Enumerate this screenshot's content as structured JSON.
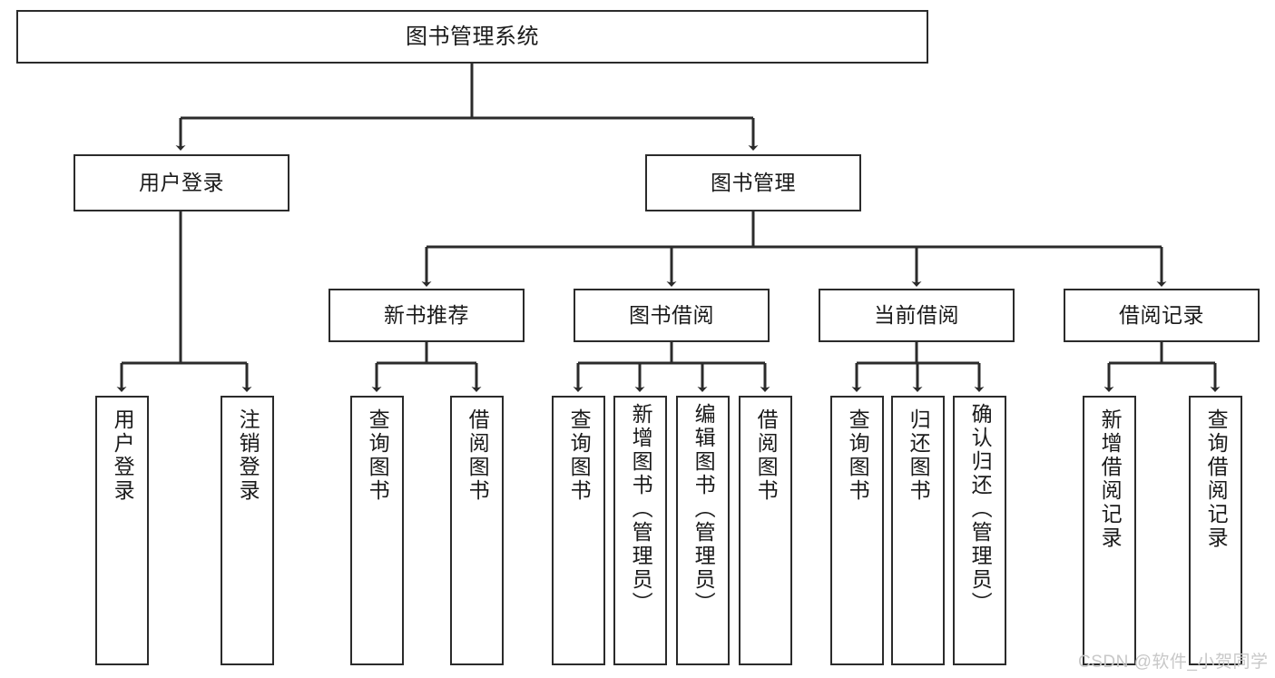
{
  "diagram": {
    "title": "图书管理系统",
    "type": "hierarchy-tree",
    "watermark": "CSDN @软件_小贺同学",
    "colors": {
      "box_border": "#2b2b2b",
      "box_fill": "#ffffff",
      "edge": "#2b2b2b",
      "text": "#1a1a1a",
      "watermark": "#c8c8c8"
    },
    "nodes": {
      "root": {
        "label": "图书管理系统"
      },
      "level2": [
        {
          "label": "用户登录"
        },
        {
          "label": "图书管理"
        }
      ],
      "level3": [
        {
          "label": "新书推荐"
        },
        {
          "label": "图书借阅"
        },
        {
          "label": "当前借阅"
        },
        {
          "label": "借阅记录"
        }
      ],
      "leaves": {
        "user_login": [
          {
            "label": "用户登录"
          },
          {
            "label": "注销登录"
          }
        ],
        "new_book_recommend": [
          {
            "label": "查询图书"
          },
          {
            "label": "借阅图书"
          }
        ],
        "book_borrow": [
          {
            "label": "查询图书"
          },
          {
            "label": "新增图书（管理员）"
          },
          {
            "label": "编辑图书（管理员）"
          },
          {
            "label": "借阅图书"
          }
        ],
        "current_borrow": [
          {
            "label": "查询图书"
          },
          {
            "label": "归还图书"
          },
          {
            "label": "确认归还（管理员）"
          }
        ],
        "borrow_record": [
          {
            "label": "新增借阅记录"
          },
          {
            "label": "查询借阅记录"
          }
        ]
      }
    }
  }
}
